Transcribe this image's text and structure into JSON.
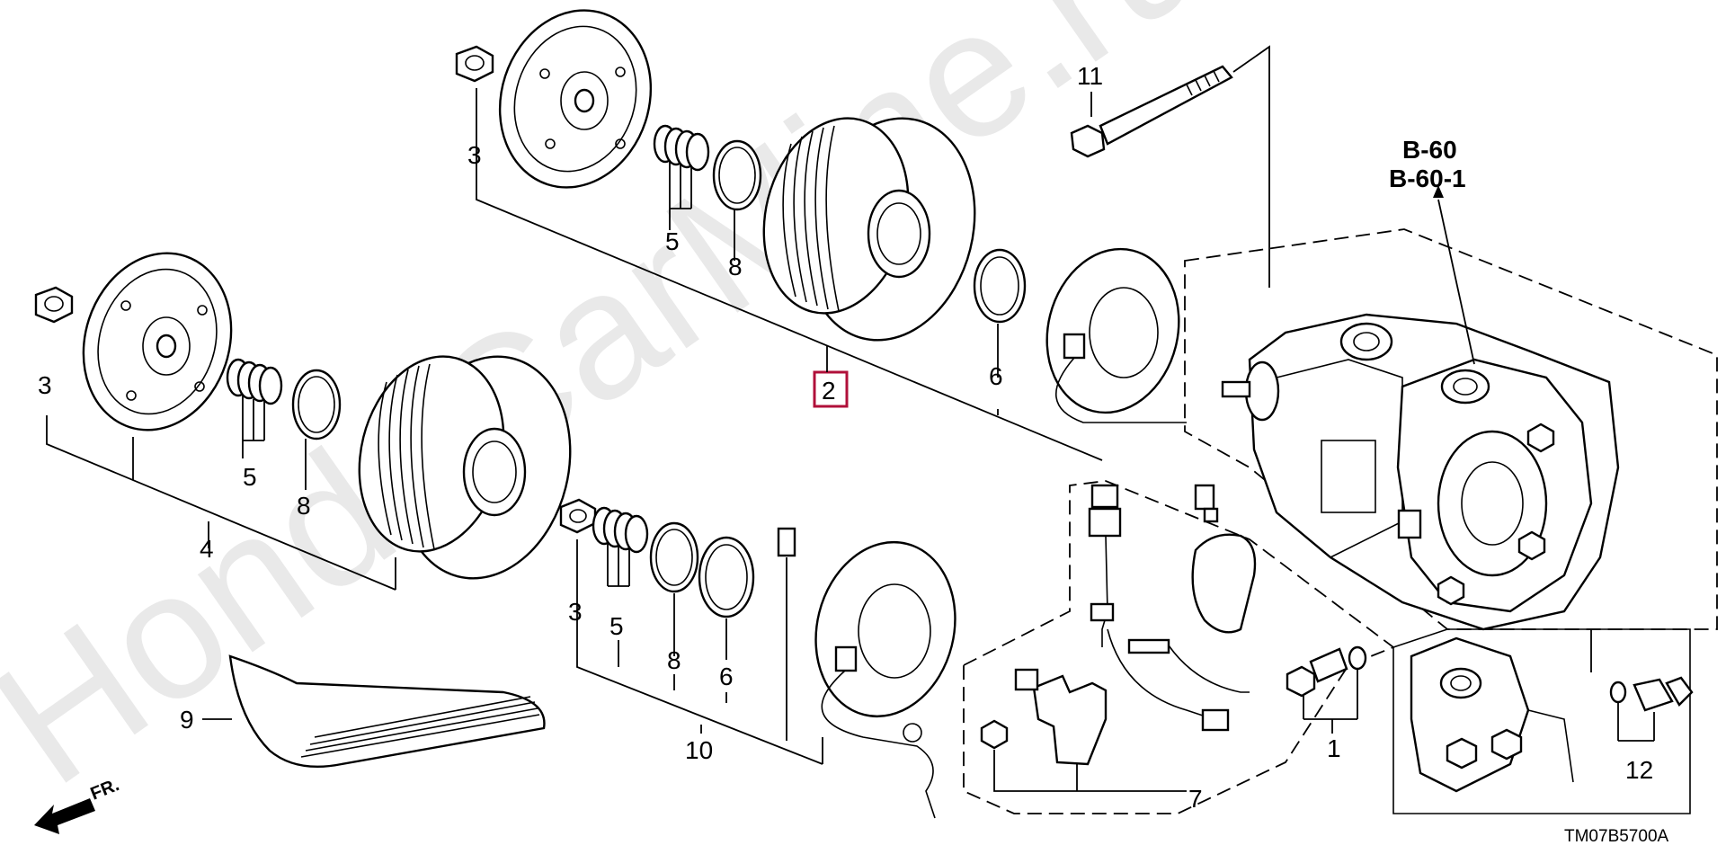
{
  "watermark": "HondaCarMine.ru",
  "diagram_code": "TM07B5700A",
  "direction_label": "FR.",
  "reference_labels": [
    "B-60",
    "B-60-1"
  ],
  "callouts": {
    "c1": "1",
    "c2": "2",
    "c3a": "3",
    "c3b": "3",
    "c3c": "3",
    "c4": "4",
    "c5a": "5",
    "c5b": "5",
    "c5c": "5",
    "c6a": "6",
    "c6b": "6",
    "c7": "7",
    "c8a": "8",
    "c8b": "8",
    "c8c": "8",
    "c9": "9",
    "c10": "10",
    "c11": "11",
    "c12": "12"
  },
  "colors": {
    "line": "#000000",
    "highlight": "#b0103a",
    "watermark": "#e9e9e9"
  }
}
